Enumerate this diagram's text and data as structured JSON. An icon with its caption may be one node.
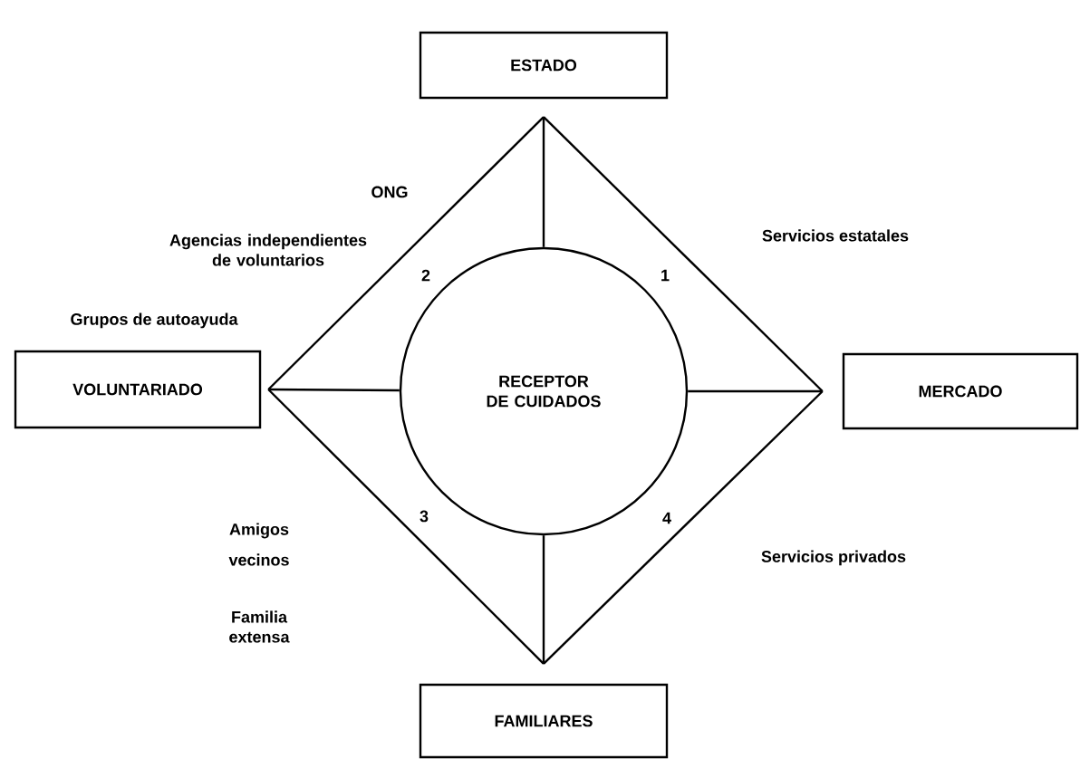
{
  "diagram": {
    "nodes": [
      {
        "text": [
          "ESTADO"
        ]
      },
      {
        "text": [
          "VOLUNTARIADO"
        ]
      },
      {
        "text": [
          "RECEPTOR DE CUIDADOS"
        ]
      },
      {
        "text": [
          "MERCADO"
        ]
      },
      {
        "text": [
          "FAMILIARES"
        ]
      }
    ],
    "edges": [
      {
        "from": 0,
        "to": 3,
        "arrow": "none"
      },
      {
        "from": 3,
        "to": 4,
        "arrow": "none"
      },
      {
        "from": 4,
        "to": 1,
        "arrow": "none"
      },
      {
        "from": 1,
        "to": 0,
        "arrow": "none"
      },
      {
        "from": 2,
        "to": 0,
        "arrow": "none"
      },
      {
        "from": 2,
        "to": 3,
        "arrow": "none"
      },
      {
        "from": 2,
        "to": 4,
        "arrow": "none"
      },
      {
        "from": 2,
        "to": 1,
        "arrow": "none"
      }
    ],
    "labels": [
      "ONG",
      "Agencias independientes de voluntarios",
      "Servicios estatales",
      "2",
      "1",
      "Grupos de autoayuda",
      "3",
      "4",
      "Amigos",
      "Servicios privados",
      "vecinos",
      "Familia extensa"
    ]
  }
}
